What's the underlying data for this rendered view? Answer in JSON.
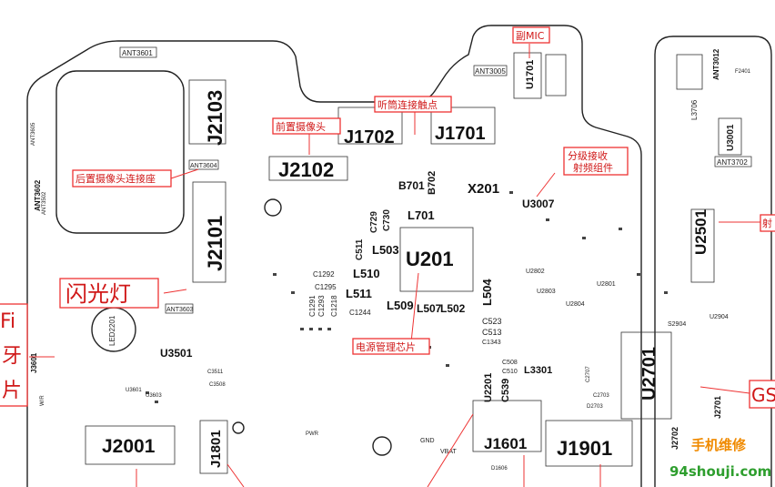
{
  "colors": {
    "annotation_red": "#d01818",
    "board_outline": "#222222",
    "watermark_orange": "#f08a00",
    "watermark_green": "#2e9e2e"
  },
  "big_labels": {
    "j2103": "J2103",
    "j2102": "J2102",
    "j1702": "J1702",
    "j1701": "J1701",
    "j2101": "J2101",
    "u201": "U201",
    "x201": "X201",
    "u2501": "U2501",
    "u2701": "U2701",
    "j2001": "J2001",
    "j1801": "J1801",
    "j1601": "J1601",
    "j1901": "J1901",
    "l503": "L503",
    "l510": "L510",
    "l511": "L511",
    "l509": "L509",
    "l507": "L507",
    "l502": "L502",
    "l504": "L504",
    "l701": "L701",
    "b701": "B701",
    "b702": "B702",
    "u3501": "U3501",
    "u3007": "U3007",
    "l3301": "L3301",
    "u2201": "U2201",
    "c539": "C539",
    "u1701": "U1701",
    "ant3602": "ANT3602",
    "ant3012": "ANT3012",
    "j2701": "J2701",
    "j2702": "J2702",
    "j3601": "J3601"
  },
  "small_labels": {
    "ant3601": "ANT3601",
    "ant3005": "ANT3005",
    "ant3604": "ANT3604",
    "ant3603": "ANT3603",
    "ant3605": "ANT3605",
    "ant3502": "ANT3502",
    "ant3702": "ANT3702",
    "led2201": "LED2201",
    "l3706": "L3706",
    "f2401": "F2401",
    "u3001": "U3001",
    "c1291": "C1291",
    "c1293": "C1293",
    "c1295": "C1295",
    "c1292": "C1292",
    "c1244": "C1244",
    "c1218": "C1218",
    "c729": "C729",
    "c730": "C730",
    "c511": "C511",
    "c523": "C523",
    "c513": "C513",
    "c1343": "C1343",
    "c508": "C508",
    "c510": "C510",
    "u2801": "U2801",
    "u2802": "U2802",
    "u2803": "U2803",
    "u2804": "U2804",
    "u2904": "U2904",
    "s2904": "S2904",
    "u3601": "U3601",
    "u3603": "U3603",
    "u3501b": "C3511",
    "c3508": "C3508",
    "d1606": "D1606",
    "c2707": "C2707",
    "c2703": "C2703",
    "d2703": "D2703",
    "gnd": "GND",
    "pwr": "PWR",
    "vbat": "VBAT",
    "wr": "W/R"
  },
  "annotations": {
    "sub_mic": "副MIC",
    "earpiece": "听筒连接触点",
    "front_camera": "前置摄像头",
    "rear_camera": "后置摄像头连接座",
    "diversity_rf": "分级接收\n射频组件",
    "flash": "闪光灯",
    "power_ic": "电源管理芯片",
    "edge_fi": "Fi",
    "edge_ya": "牙",
    "edge_pian": "片",
    "edge_she": "射",
    "edge_gs": "GS"
  },
  "watermark": {
    "cn": "手机维修",
    "url": "94shouji.com"
  }
}
